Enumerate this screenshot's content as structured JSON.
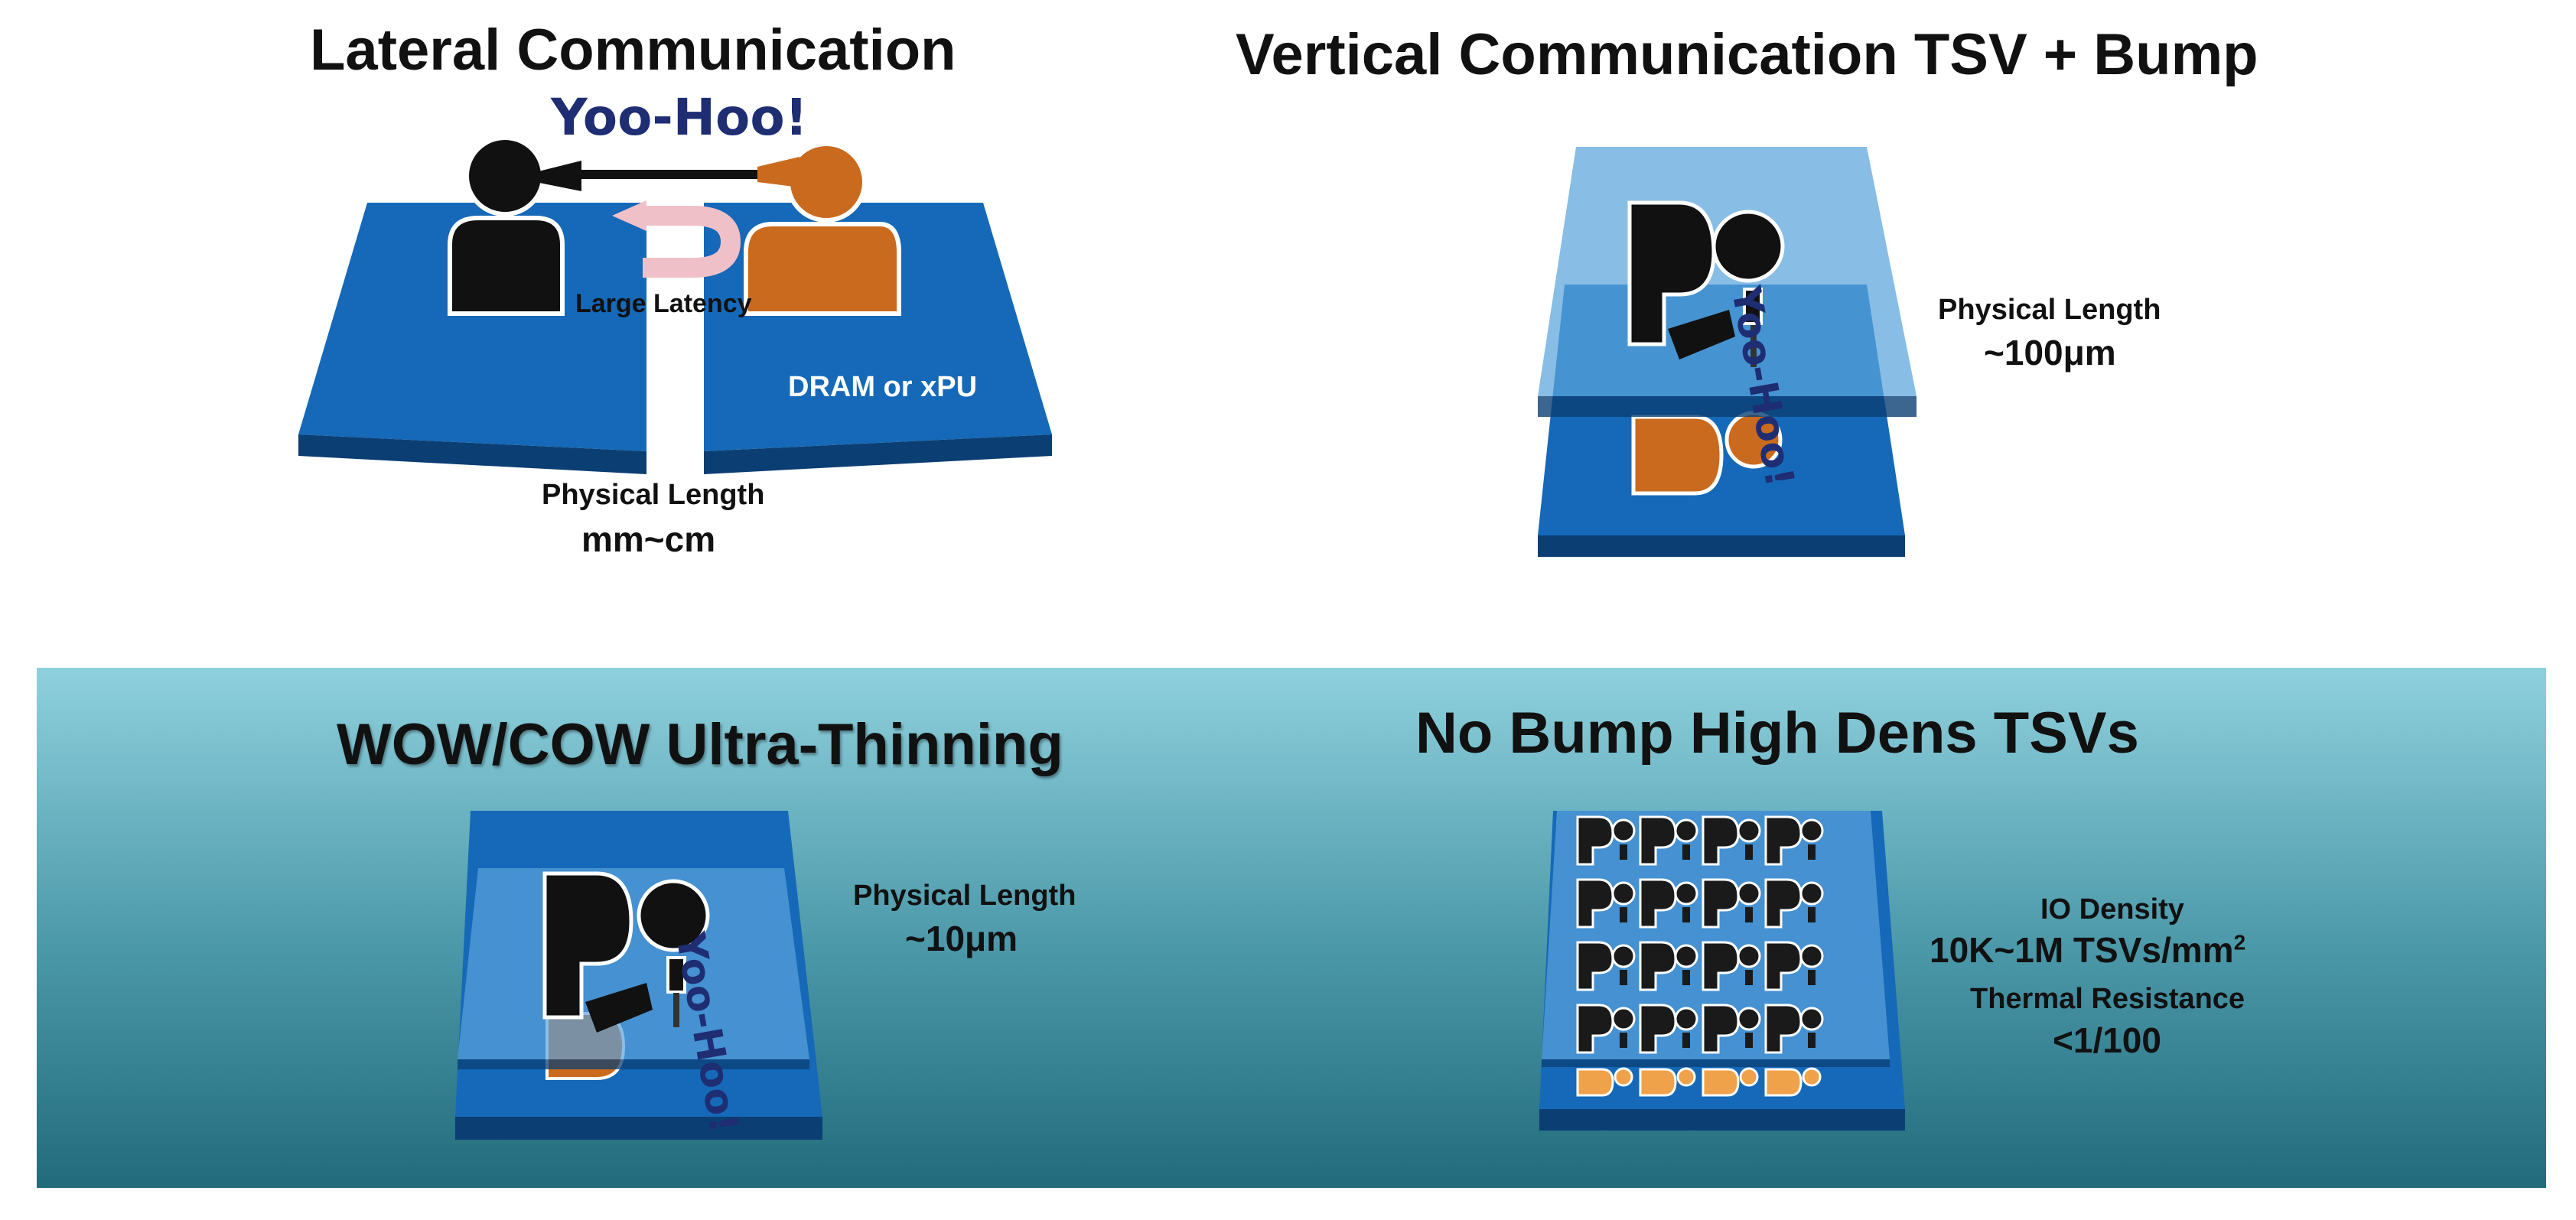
{
  "colors": {
    "die_blue": "#1569b8",
    "die_side": "#0b3f73",
    "die_glass": "#5aa3dc",
    "person_black": "#111111",
    "person_orange": "#c96a1e",
    "tsv_orange": "#f0a24a",
    "link_pink": "#f0c0c8",
    "yoohoo_navy": "#1f2d73",
    "band_top": "#8fd0dd",
    "band_bottom": "#226b7c"
  },
  "icons": [
    "person-icon",
    "megaphone-icon",
    "u-link-icon",
    "tsv-person-icon"
  ],
  "lateral": {
    "title": "Lateral Communication",
    "yoohoo": "Yoo-Hoo!",
    "latency": "Large Latency",
    "die_label": "DRAM or xPU",
    "length_label": "Physical Length",
    "length_value": "mm~cm"
  },
  "vertical": {
    "title": "Vertical Communication TSV + Bump",
    "yoohoo": "Yoo-Hoo!",
    "length_label": "Physical Length",
    "length_value": "~100μm"
  },
  "wow": {
    "title": "WOW/COW Ultra-Thinning",
    "yoohoo": "Yoo-Hoo!",
    "length_label": "Physical Length",
    "length_value": "~10μm"
  },
  "nobump": {
    "title": "No Bump High Dens TSVs",
    "io_label": "IO Density",
    "io_value": "10K~1M TSVs/mm",
    "io_sup": "2",
    "thermal_label": "Thermal Resistance",
    "thermal_value": "<1/100"
  }
}
